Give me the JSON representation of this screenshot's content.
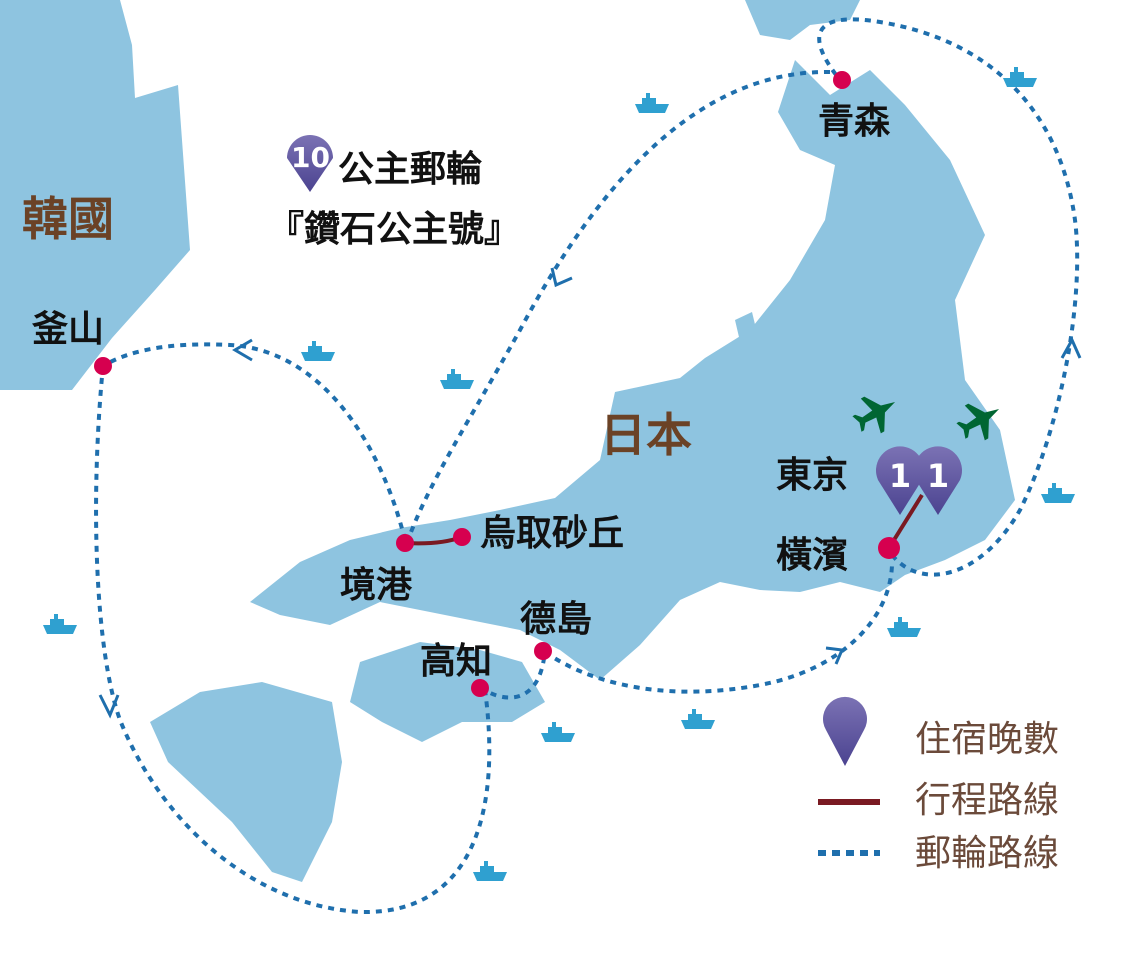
{
  "countries": {
    "korea": "韓國",
    "japan": "日本"
  },
  "ports": {
    "aomori": "青森",
    "busan": "釜山",
    "sakaiminato": "境港",
    "tottori": "烏取砂丘",
    "tokushima": "德島",
    "kochi": "高知",
    "tokyo": "東京",
    "yokohama": "橫濱"
  },
  "ship": {
    "nights": "10",
    "line1": "公主郵輪",
    "line2": "『鑽石公主號』"
  },
  "stays": [
    {
      "nights": "1"
    },
    {
      "nights": "1"
    }
  ],
  "legend": {
    "stay": "住宿晚數",
    "itinerary": "行程路線",
    "cruise": "郵輪路線"
  },
  "colors": {
    "land": "#8ec4e0",
    "cruise": "#1f6fad",
    "itinerary": "#7a1a22",
    "port": "#d6004f",
    "pin": "#5b529a",
    "plane": "#006633",
    "ship_icon": "#2fa0d0"
  }
}
